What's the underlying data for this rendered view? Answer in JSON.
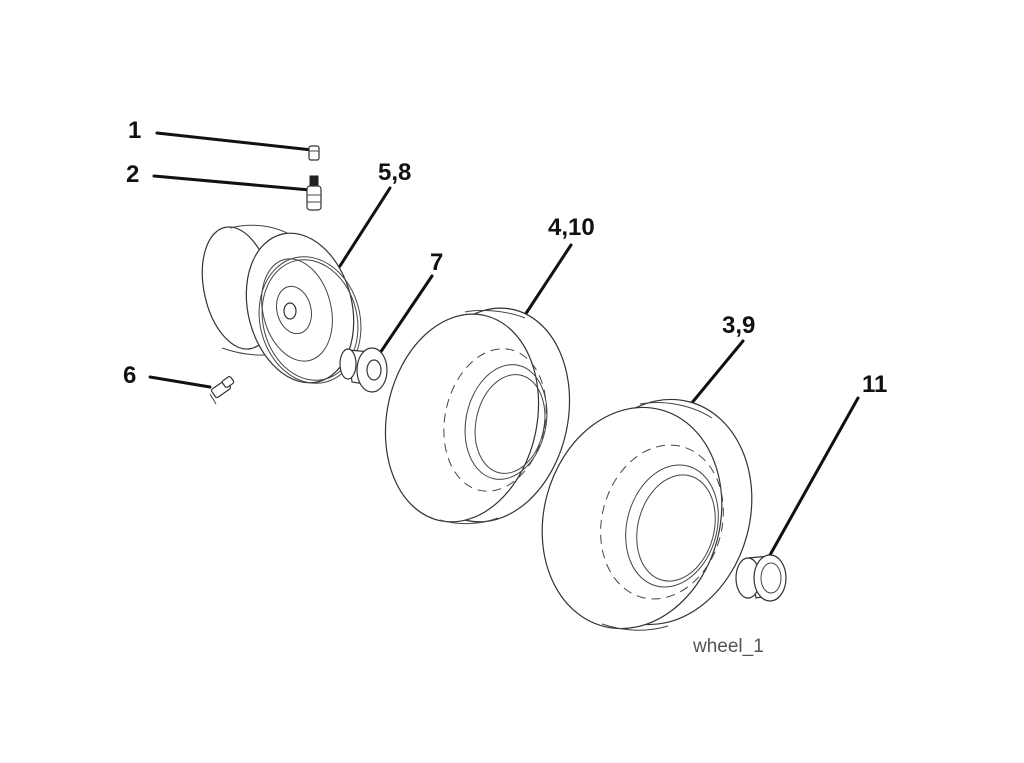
{
  "diagram": {
    "caption": "wheel_1",
    "callouts": [
      {
        "id": "c1",
        "label": "1"
      },
      {
        "id": "c2",
        "label": "2"
      },
      {
        "id": "c58",
        "label": "5,8"
      },
      {
        "id": "c410",
        "label": "4,10"
      },
      {
        "id": "c7",
        "label": "7"
      },
      {
        "id": "c39",
        "label": "3,9"
      },
      {
        "id": "c6",
        "label": "6"
      },
      {
        "id": "c11",
        "label": "11"
      }
    ]
  }
}
